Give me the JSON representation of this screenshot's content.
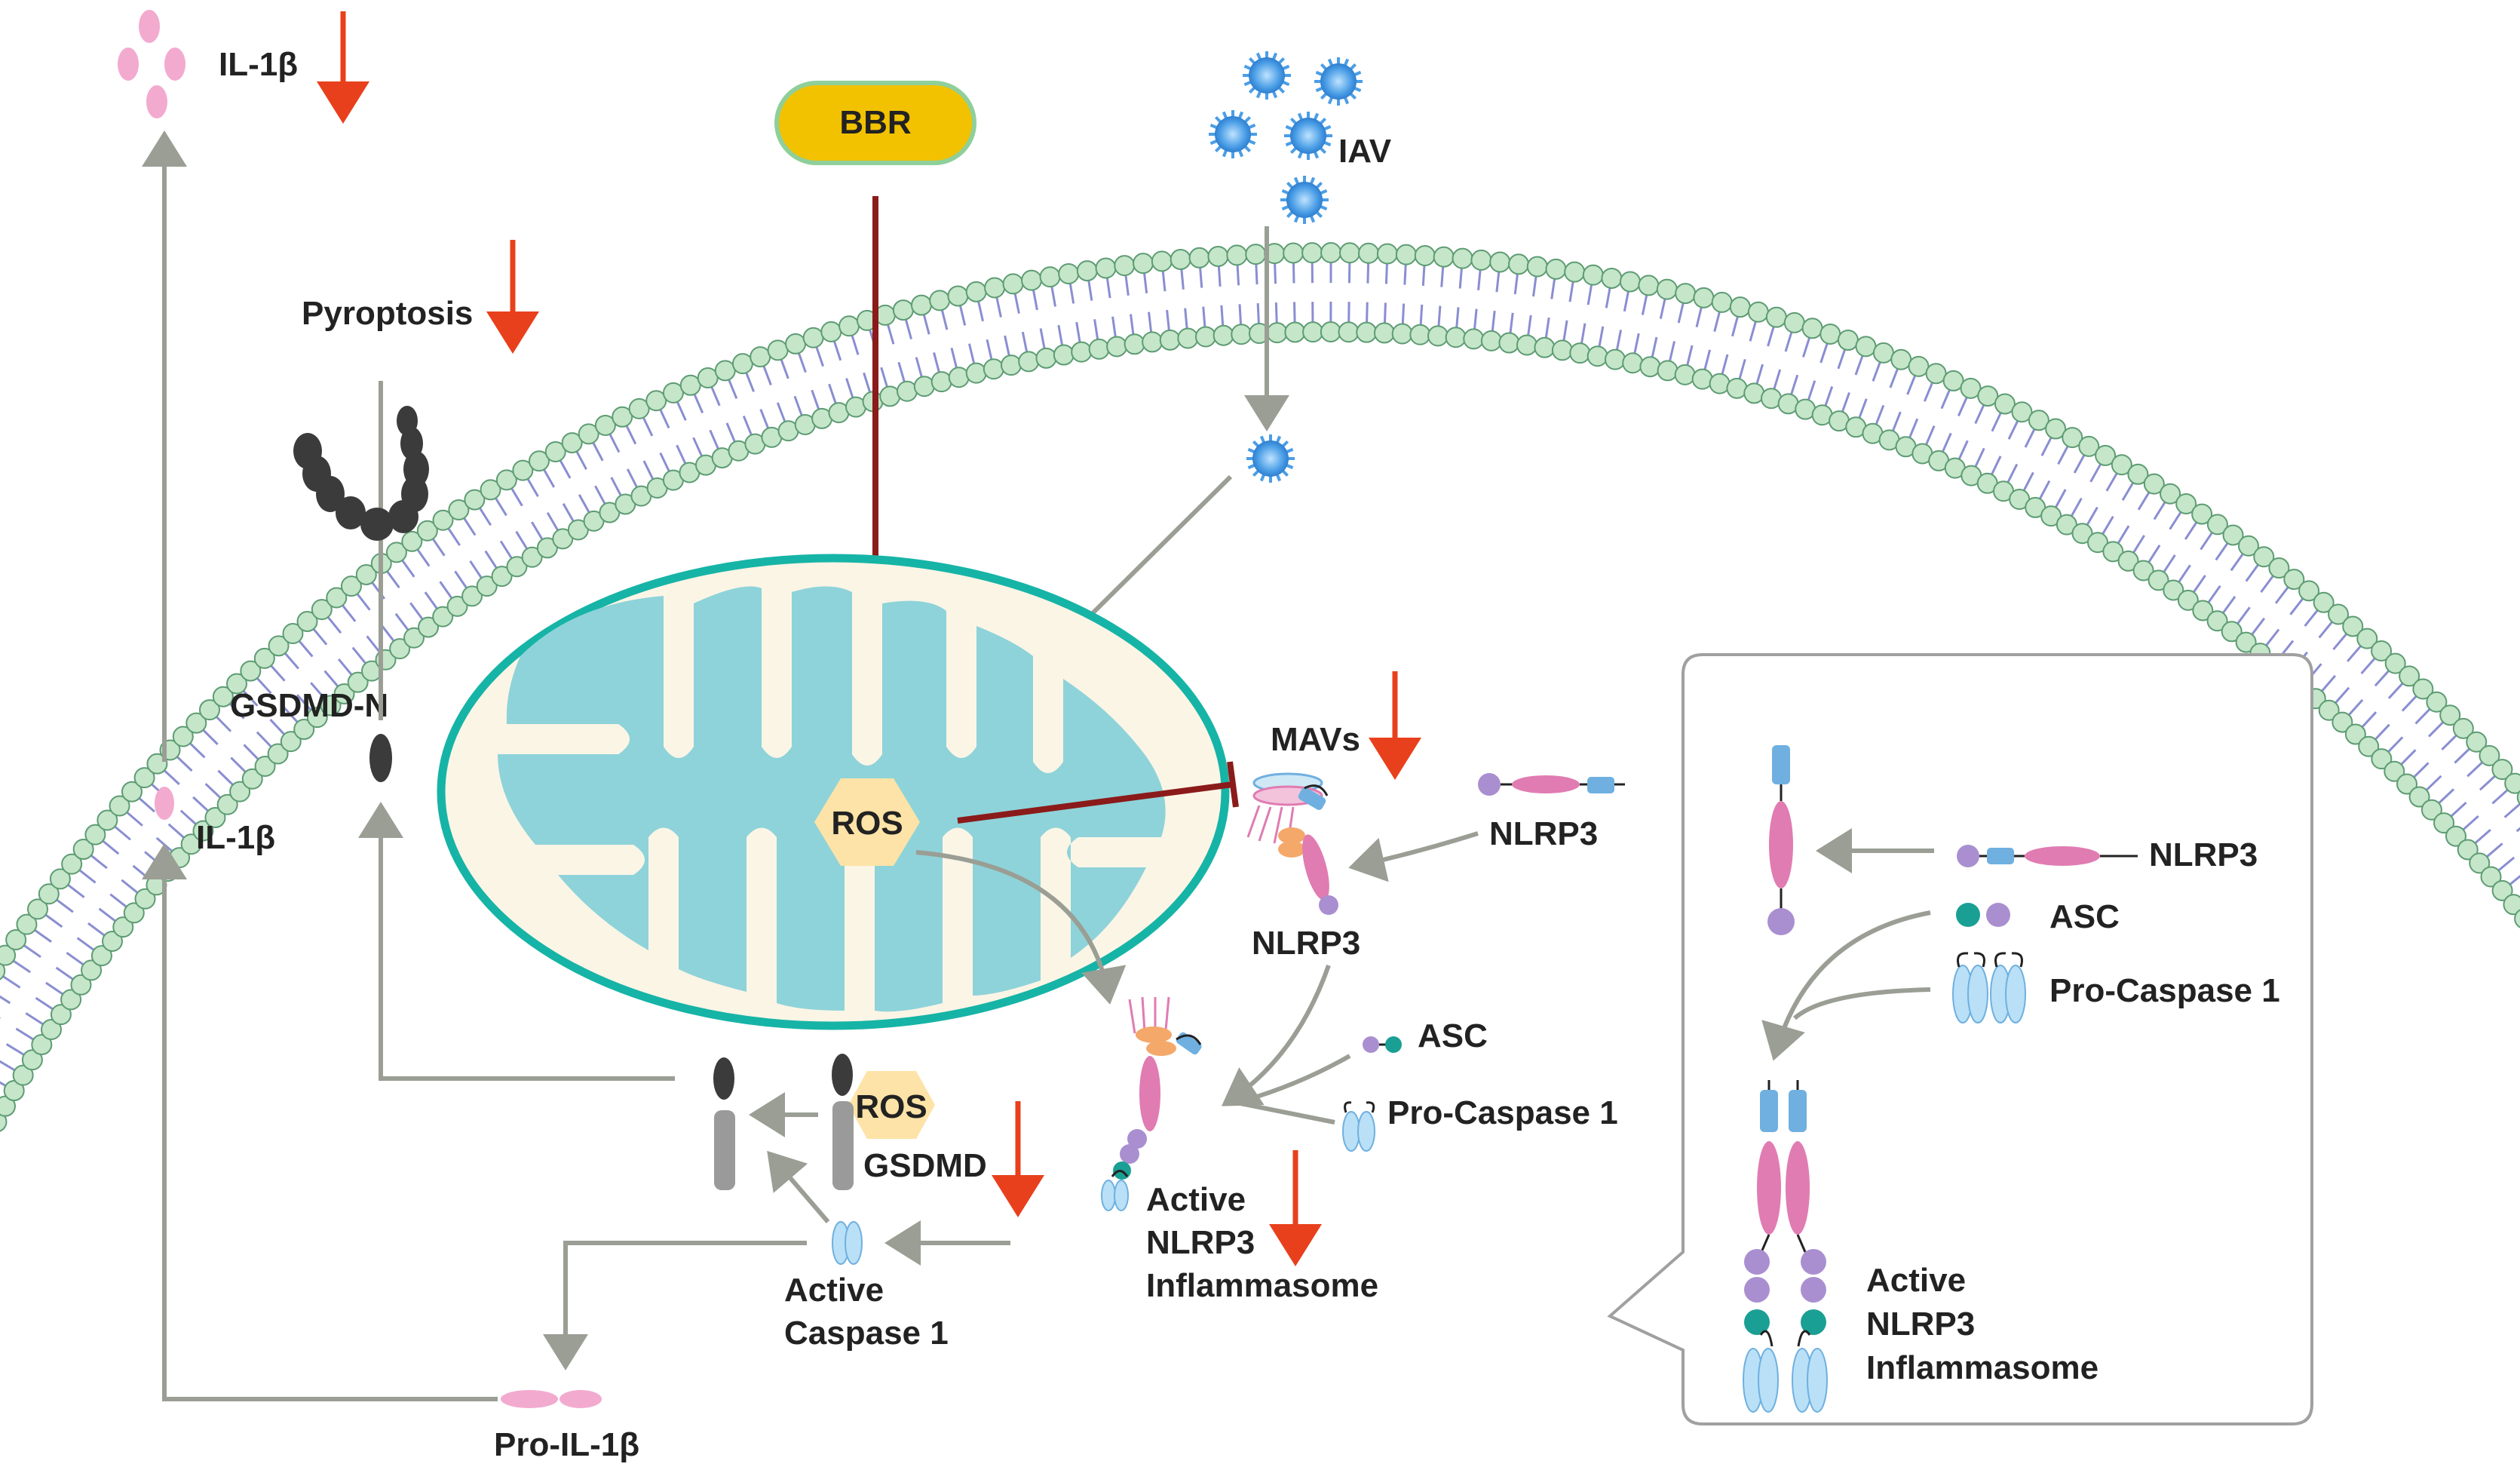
{
  "labels": {
    "bbr": "BBR",
    "iav": "IAV",
    "il1b_top": "IL-1β",
    "il1b_mid": "IL-1β",
    "pyroptosis": "Pyroptosis",
    "gsdmd_n": "GSDMD-N",
    "ros_center": "ROS",
    "ros_lower": "ROS",
    "gsdmd": "GSDMD",
    "mavs": "MAVs",
    "nlrp3_incoming": "NLRP3",
    "nlrp3_bound": "NLRP3",
    "asc": "ASC",
    "pro_caspase": "Pro-Caspase 1",
    "active_inflammasome": [
      "Active",
      "NLRP3",
      "Inflammasome"
    ],
    "active_caspase": [
      "Active",
      "Caspase 1"
    ],
    "pro_il1b": "Pro-IL-1β",
    "inset_nlrp3": "NLRP3",
    "inset_asc": "ASC",
    "inset_pro_caspase": "Pro-Caspase 1",
    "inset_active": [
      "Active",
      "NLRP3",
      "Inflammasome"
    ]
  },
  "colors": {
    "bbr_fill": "#f2c200",
    "bbr_stroke": "#8fcf9a",
    "inhibit": "#8b1a1a",
    "arrow": "#9a9e94",
    "decrease_arrow": "#e8401c",
    "mito_outer_fill": "#fbf5e6",
    "mito_outer_stroke": "#16b4a6",
    "mito_inner": "#8ed3d9",
    "ros_fill": "#fde3a7",
    "lipid_head": "#c5e6c9",
    "lipid_head_stroke": "#5e9c74",
    "lipid_tail": "#8a8ed1",
    "gsdmd_dark": "#3b3b3b",
    "gsdmd_grey": "#9a9a9a",
    "pink": "#e07cb2",
    "purple": "#a98fd0",
    "blue": "#6fb0e0",
    "teal": "#1a9f94",
    "virus": "#4b9ee6"
  }
}
